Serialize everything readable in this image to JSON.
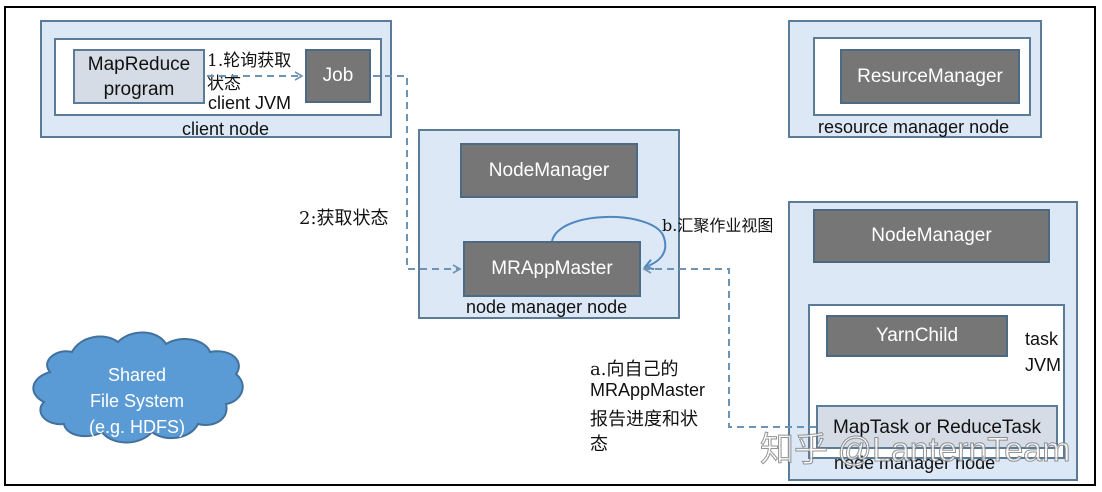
{
  "client_node": {
    "node_label": "client node",
    "jvm_label": "client JVM",
    "program_label": "MapReduce program",
    "job_label": "Job"
  },
  "resource_manager_node": {
    "node_label": "resource manager node",
    "component_label": "ResurceManager"
  },
  "mr_node": {
    "node_label": "node manager node",
    "nodemanager_label": "NodeManager",
    "appmaster_label": "MRAppMaster"
  },
  "task_node": {
    "node_label": "node manager node",
    "nodemanager_label": "NodeManager",
    "yarnchild_label": "YarnChild",
    "jvm_label_line1": "task",
    "jvm_label_line2": "JVM",
    "task_label": "MapTask or ReduceTask"
  },
  "arrows": {
    "poll_label_line1": "1.轮询获取",
    "poll_label_line2": "状态",
    "get_status_label": "2:获取状态",
    "aggregate_label": "b.汇聚作业视图",
    "report_line1": "a.向自己的",
    "report_line2": "MRAppMaster",
    "report_line3": "报告进度和状",
    "report_line4": "态"
  },
  "cloud": {
    "line1": "Shared",
    "line2": "File System",
    "line3": "(e.g. HDFS)",
    "fill": "#5b9bd5"
  },
  "watermark": "知乎 @LanternTeam",
  "colors": {
    "node_fill": "#dce8f5",
    "border": "#5b7c99",
    "component_fill": "#767676",
    "arrow": "#6e93b3"
  }
}
